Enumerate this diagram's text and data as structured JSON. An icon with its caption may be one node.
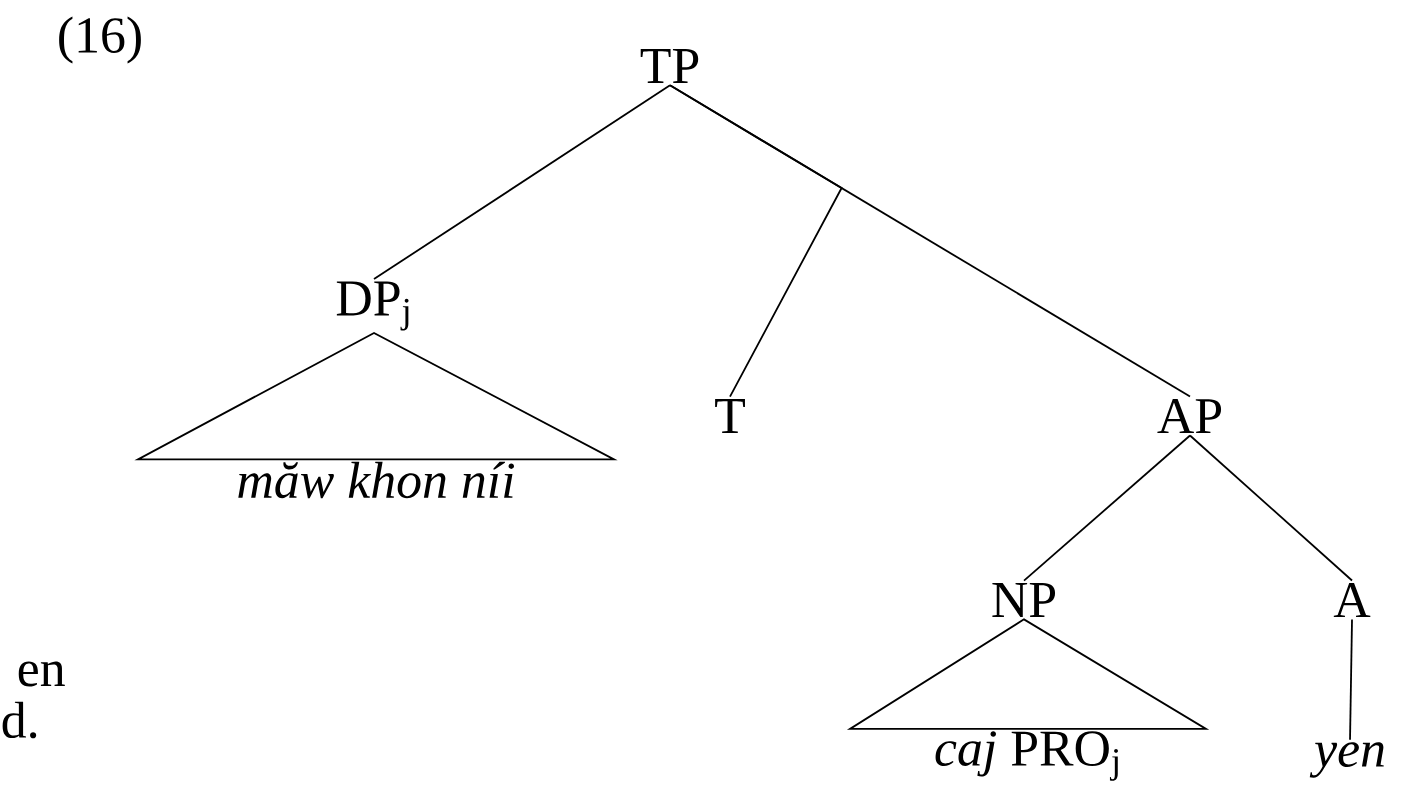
{
  "diagram": {
    "nodes": [
      {
        "text": [
          "TP"
        ]
      },
      {
        "text": [
          "DP$_{j}$"
        ]
      },
      {
        "text": [
          "*măw khon níi*"
        ]
      },
      {
        "text": [
          "T"
        ]
      },
      {
        "text": [
          "AP"
        ]
      },
      {
        "text": [
          "NP"
        ]
      },
      {
        "text": [
          "A"
        ]
      },
      {
        "text": [
          "*caj* PRO$_{j}$"
        ]
      },
      {
        "text": [
          "*yen*"
        ]
      }
    ],
    "edges": [
      {
        "from": 0,
        "to": 1,
        "arrow": "none"
      },
      {
        "from": 0,
        "to": 3,
        "arrow": "none"
      },
      {
        "from": 0,
        "to": 4,
        "arrow": "none"
      },
      {
        "from": 1,
        "to": 2,
        "arrow": "none"
      },
      {
        "from": 4,
        "to": 5,
        "arrow": "none"
      },
      {
        "from": 4,
        "to": 6,
        "arrow": "none"
      },
      {
        "from": 5,
        "to": 7,
        "arrow": "none"
      },
      {
        "from": 6,
        "to": 8,
        "arrow": "none"
      }
    ],
    "labels": [
      "(16)",
      "en",
      "d."
    ]
  }
}
